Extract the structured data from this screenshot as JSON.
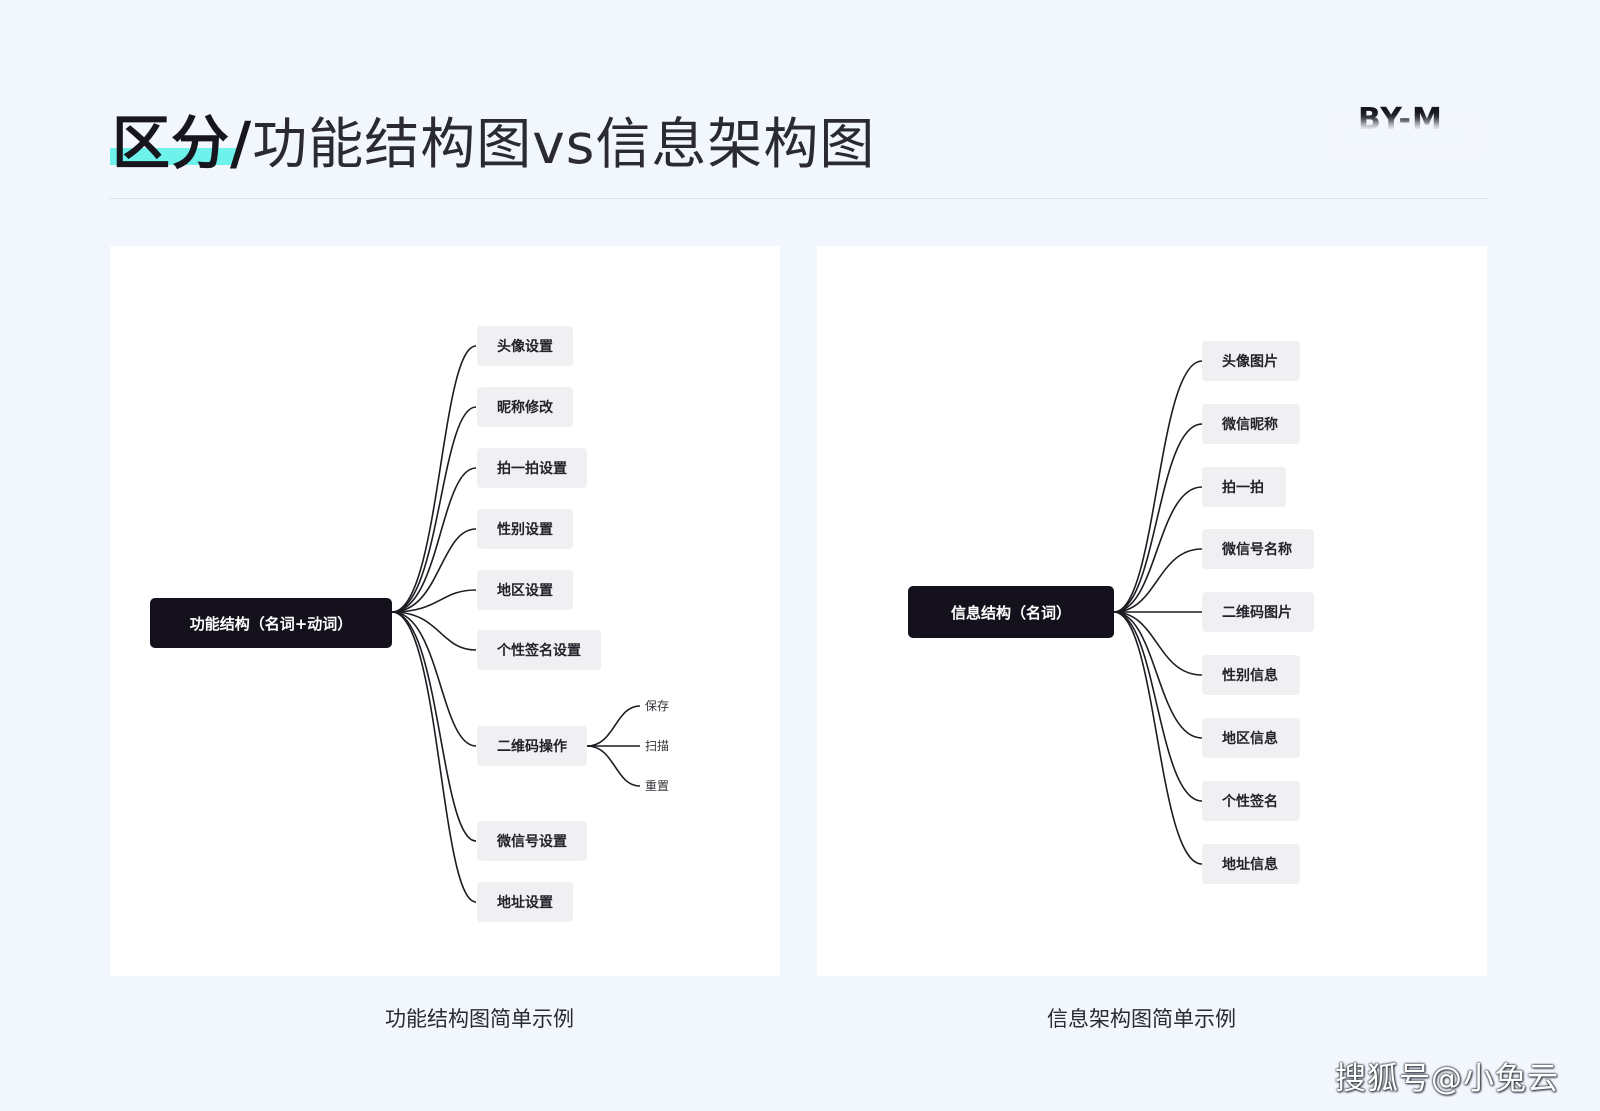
{
  "header": {
    "title_strong": "区分/",
    "title_rest": "功能结构图vs信息架构图",
    "brand": "BY-M"
  },
  "left_diagram": {
    "root": "功能结构（名词+动词）",
    "branches": [
      "头像设置",
      "昵称修改",
      "拍一拍设置",
      "性别设置",
      "地区设置",
      "个性签名设置",
      "二维码操作",
      "微信号设置",
      "地址设置"
    ],
    "sub_branches": [
      "保存",
      "扫描",
      "重置"
    ],
    "caption": "功能结构图简单示例"
  },
  "right_diagram": {
    "root": "信息结构（名词）",
    "branches": [
      "头像图片",
      "微信昵称",
      "拍一拍",
      "微信号名称",
      "二维码图片",
      "性别信息",
      "地区信息",
      "个性签名",
      "地址信息"
    ],
    "caption": "信息架构图简单示例"
  },
  "watermark": "搜狐号@小兔云",
  "colors": {
    "background": "#f2f6fd",
    "accent_highlight": "#6df2ec",
    "root_node": "#14111c",
    "leaf_node": "#f0f0f2"
  }
}
